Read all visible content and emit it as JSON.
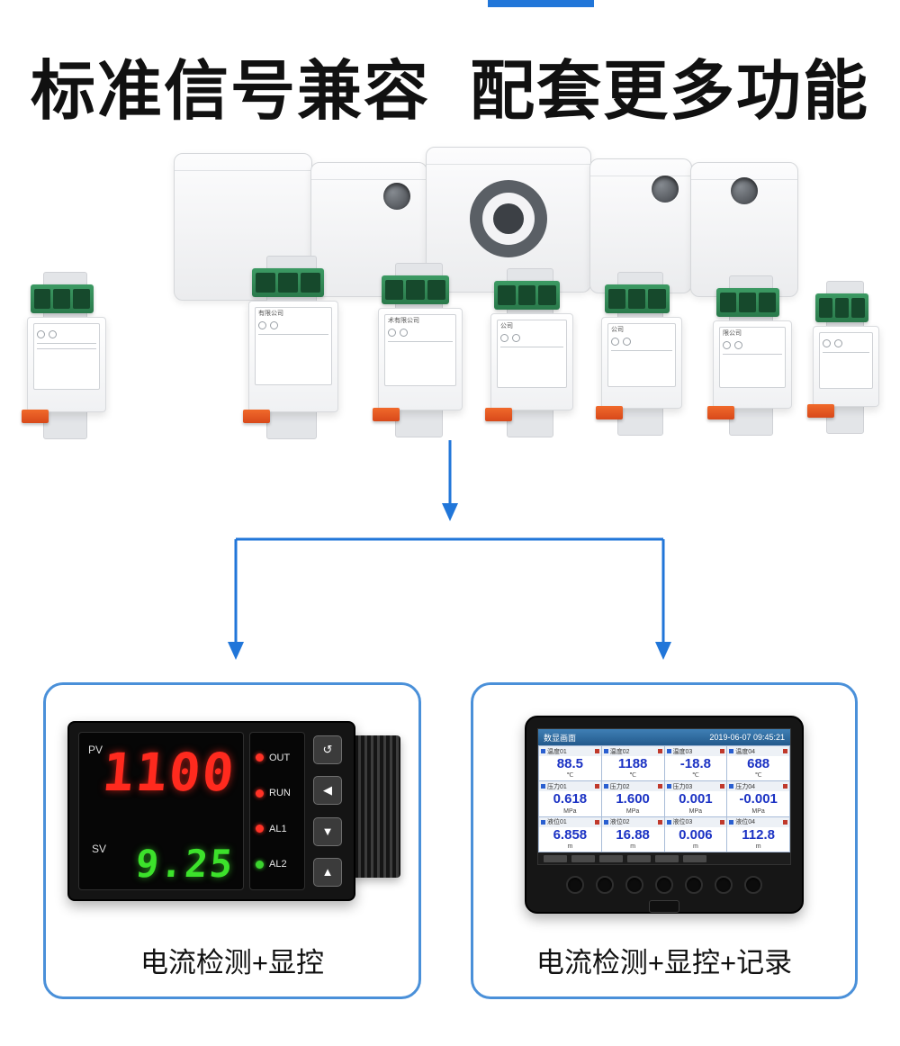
{
  "headline": "标准信号兼容  配套更多功能",
  "products": {
    "labels": [
      "有限公司",
      "术有限公司",
      "公司",
      "公司",
      "限公司"
    ]
  },
  "meter": {
    "pv_label": "PV",
    "sv_label": "SV",
    "pv_value": "1100",
    "sv_value": "9.25",
    "indicators": [
      {
        "label": "OUT",
        "color": "#ff3226"
      },
      {
        "label": "RUN",
        "color": "#ff3226"
      },
      {
        "label": "AL1",
        "color": "#ff3226"
      },
      {
        "label": "AL2",
        "color": "#3bd42e"
      }
    ],
    "buttons": [
      "↺",
      "◀",
      "▼",
      "▲"
    ]
  },
  "recorder": {
    "screen_title": "数显画面",
    "datetime": "2019-06-07 09:45:21",
    "channels": [
      {
        "name": "温度01",
        "value": "88.5",
        "unit": "℃"
      },
      {
        "name": "温度02",
        "value": "1188",
        "unit": "℃"
      },
      {
        "name": "温度03",
        "value": "-18.8",
        "unit": "℃"
      },
      {
        "name": "温度04",
        "value": "688",
        "unit": "℃"
      },
      {
        "name": "压力01",
        "value": "0.618",
        "unit": "MPa"
      },
      {
        "name": "压力02",
        "value": "1.600",
        "unit": "MPa"
      },
      {
        "name": "压力03",
        "value": "0.001",
        "unit": "MPa"
      },
      {
        "name": "压力04",
        "value": "-0.001",
        "unit": "MPa"
      },
      {
        "name": "液位01",
        "value": "6.858",
        "unit": "m"
      },
      {
        "name": "液位02",
        "value": "16.88",
        "unit": "m"
      },
      {
        "name": "液位03",
        "value": "0.006",
        "unit": "m"
      },
      {
        "name": "液位04",
        "value": "112.8",
        "unit": "m"
      }
    ]
  },
  "captions": {
    "left": "电流检测+显控",
    "right": "电流检测+显控+记录"
  },
  "colors": {
    "accent_blue": "#2176d9",
    "card_border": "#4a90d9",
    "led_red": "#ff3226",
    "led_green": "#3bd42e",
    "value_blue": "#1c33c4",
    "terminal_green": "#2f8a55",
    "clip_orange": "#e8561c"
  }
}
